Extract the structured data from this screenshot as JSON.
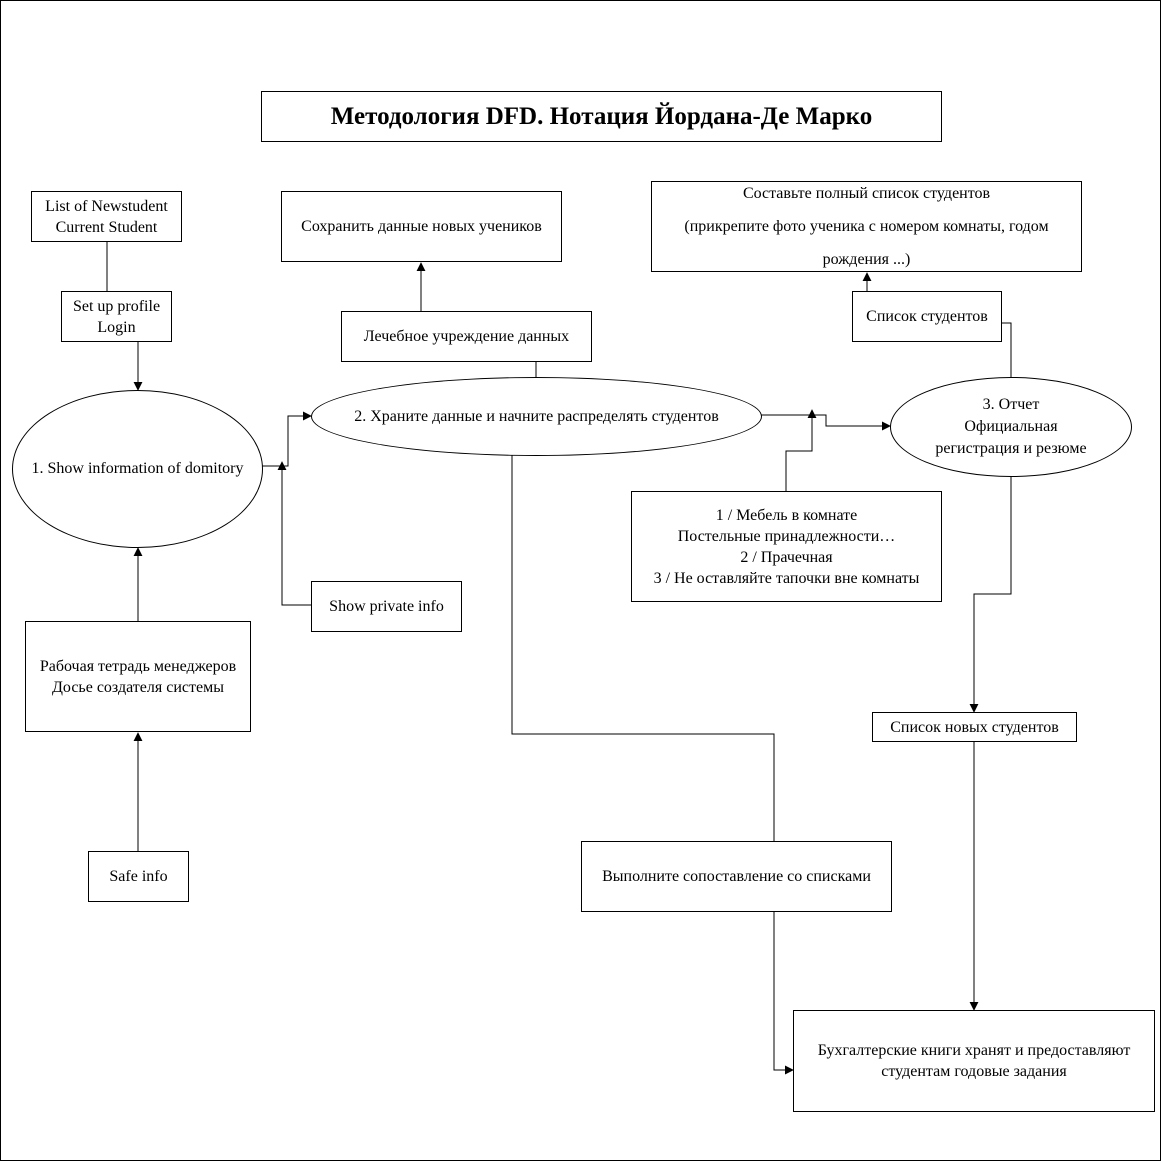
{
  "title": "Методология DFD. Нотация Йордана-Де Марко",
  "nodes": {
    "newstudent_list": {
      "lines": [
        "List of Newstudent",
        "Current Student"
      ]
    },
    "setup_profile": {
      "lines": [
        "Set up profile",
        "Login"
      ]
    },
    "process_1": {
      "label": "1. Show information of domitory"
    },
    "manager_notebook": {
      "lines": [
        "Рабочая тетрадь менеджеров",
        "Досье создателя системы"
      ]
    },
    "safe_info": {
      "label": "Safe info"
    },
    "save_new_students": {
      "label": "Сохранить данные новых учеников"
    },
    "data_institution": {
      "label": "Лечебное учреждение данных"
    },
    "process_2": {
      "label": "2. Храните данные и начните распределять студентов"
    },
    "show_private_info": {
      "label": "Show private info"
    },
    "full_list": {
      "lines": [
        "Составьте полный список студентов",
        "(прикрепите фото ученика с номером комнаты, годом",
        "рождения ...)"
      ]
    },
    "student_list": {
      "label": "Список студентов"
    },
    "process_3": {
      "lines": [
        "3. Отчет",
        "Официальная",
        "регистрация и резюме"
      ]
    },
    "rules": {
      "lines": [
        "1 / Мебель в комнате",
        "Постельные принадлежности…",
        "2 / Прачечная",
        "3 / Не оставляйте тапочки вне комнаты"
      ]
    },
    "new_students_list": {
      "label": "Список новых студентов"
    },
    "match_lists": {
      "label": "Выполните сопоставление со списками"
    },
    "accounting_books": {
      "lines": [
        "Бухгалтерские книги хранят и предоставляют",
        "студентам годовые задания"
      ]
    }
  }
}
